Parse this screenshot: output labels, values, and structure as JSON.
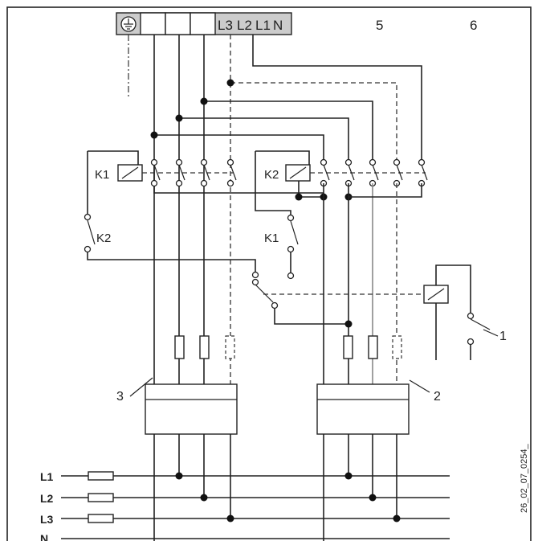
{
  "terminal_block": {
    "t1": "L3",
    "t2": "L2",
    "t3": "L1",
    "t4": "N"
  },
  "column_numbers": {
    "c5": "5",
    "c6": "6"
  },
  "contactors": {
    "k1": "K1",
    "k2": "K2"
  },
  "aux_contacts": {
    "k2_nc": "K2",
    "k1_nc": "K1"
  },
  "callouts": {
    "n1": "1",
    "n2": "2",
    "n3": "3"
  },
  "supply_lines": {
    "l1": "L1",
    "l2": "L2",
    "l3": "L3",
    "n": "N"
  },
  "figure_id": "26_02_07_0254_"
}
